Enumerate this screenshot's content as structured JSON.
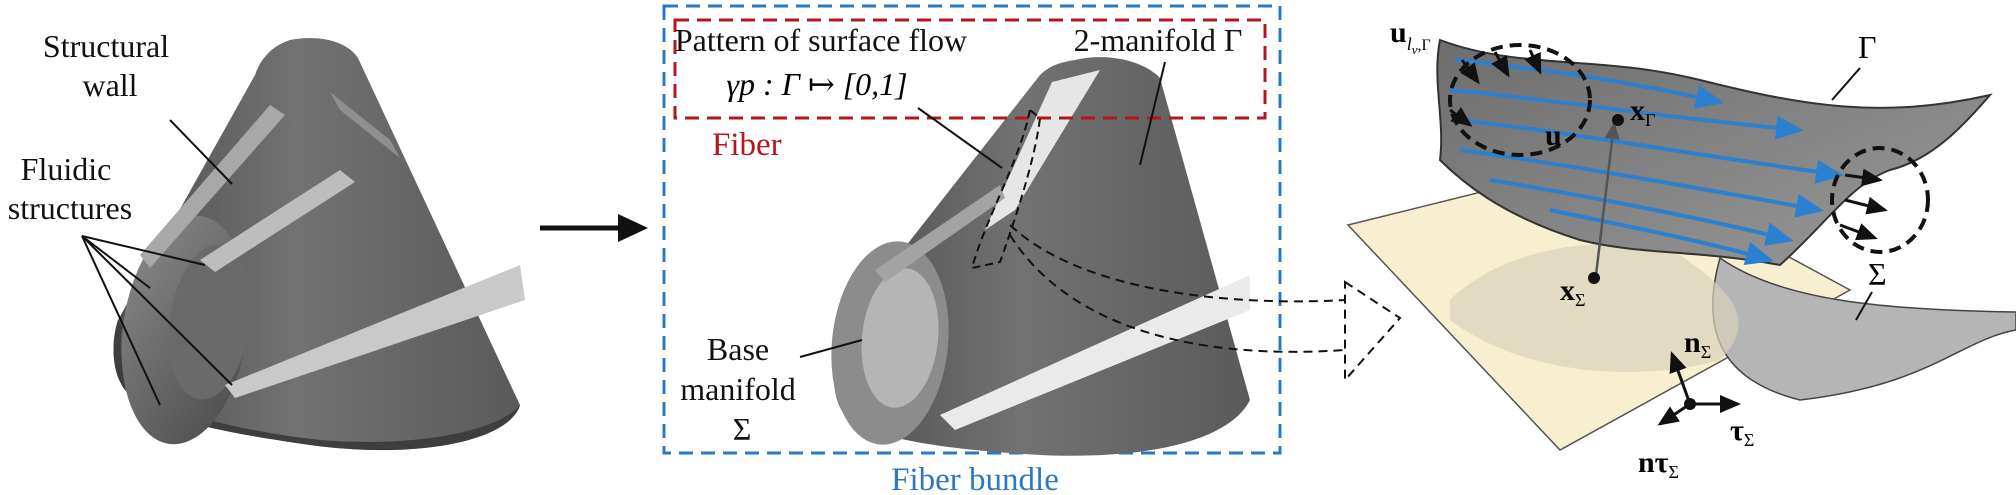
{
  "panel_left": {
    "structural_wall": [
      "Structural",
      "wall"
    ],
    "fluidic_structures": [
      "Fluidic",
      "structures"
    ]
  },
  "panel_middle": {
    "pattern_title": "Pattern of surface flow",
    "pattern_formula": "γp : Γ ↦ [0,1]",
    "manifold_label": "2-manifold Γ",
    "fiber_label": "Fiber",
    "base_manifold": [
      "Base",
      "manifold",
      "Σ"
    ],
    "fiber_bundle_label": "Fiber bundle"
  },
  "panel_right": {
    "u_boundary": {
      "base": "u",
      "sub": "l",
      "subsub": "v",
      "sub2": ",Γ"
    },
    "u_label": "u",
    "gamma_label": "Γ",
    "x_gamma": {
      "base": "x",
      "sub": "Γ"
    },
    "x_sigma": {
      "base": "x",
      "sub": "Σ"
    },
    "sigma_label": "Σ",
    "n_sigma": {
      "base": "n",
      "sub": "Σ"
    },
    "tau_sigma": {
      "base": "τ",
      "sub": "Σ"
    },
    "n_tau_sigma": {
      "base": "nτ",
      "sub": "Σ"
    }
  },
  "colors": {
    "cone_dark": "#5c5c5c",
    "cone_light": "#d4d4d4",
    "fiber_red": "#b3161d",
    "bundle_blue": "#2a78c2",
    "flow_blue": "#2d7fd0",
    "plane_fill": "#f7efcf"
  }
}
